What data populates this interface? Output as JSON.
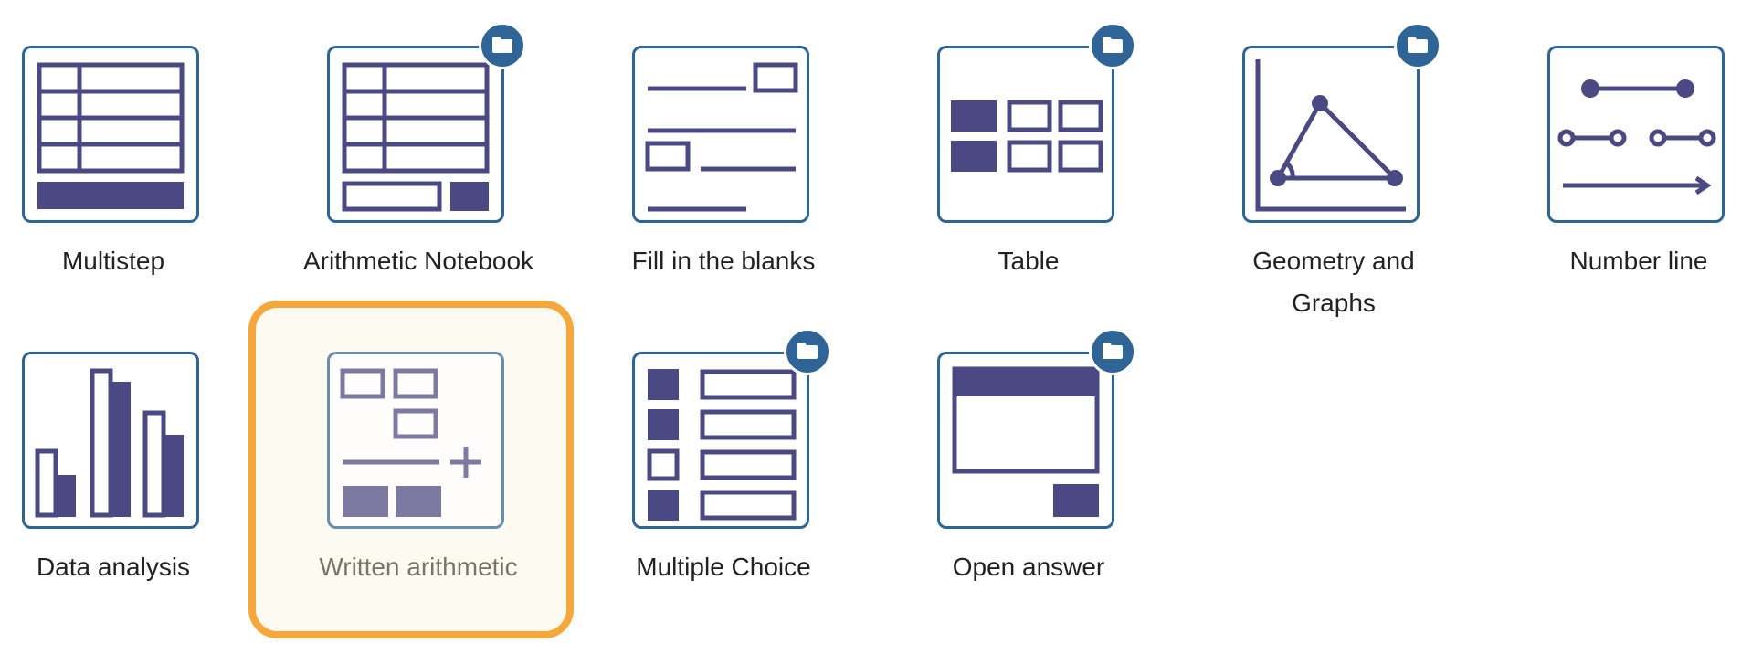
{
  "colors": {
    "icon_stroke": "#4b4983",
    "tile_border": "#2f6496",
    "badge": "#2f6496",
    "selection_border": "#f5a73c",
    "selection_fill": "#fdfbf1"
  },
  "tiles": [
    {
      "label": "Multistep",
      "icon": "multistep-icon",
      "has_folder": false
    },
    {
      "label": "Arithmetic Notebook",
      "icon": "arithmetic-notebook-icon",
      "has_folder": true
    },
    {
      "label": "Fill in the blanks",
      "icon": "fill-in-blanks-icon",
      "has_folder": false
    },
    {
      "label": "Table",
      "icon": "table-icon",
      "has_folder": true
    },
    {
      "label": "Geometry and Graphs",
      "icon": "geometry-graphs-icon",
      "has_folder": true
    },
    {
      "label": "Number line",
      "icon": "number-line-icon",
      "has_folder": false
    },
    {
      "label": "Data analysis",
      "icon": "data-analysis-icon",
      "has_folder": false
    },
    {
      "label": "Written arithmetic",
      "icon": "written-arithmetic-icon",
      "has_folder": false,
      "selected": true
    },
    {
      "label": "Multiple Choice",
      "icon": "multiple-choice-icon",
      "has_folder": true
    },
    {
      "label": "Open answer",
      "icon": "open-answer-icon",
      "has_folder": true
    }
  ]
}
